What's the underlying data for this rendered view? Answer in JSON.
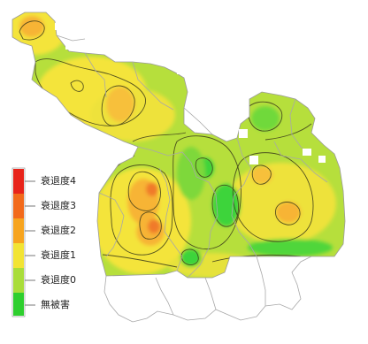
{
  "legend": {
    "items": [
      {
        "label": "衰退度4",
        "color": "#e8231a"
      },
      {
        "label": "衰退度3",
        "color": "#f26a1b"
      },
      {
        "label": "衰退度2",
        "color": "#f7a41e"
      },
      {
        "label": "衰退度1",
        "color": "#f2e434"
      },
      {
        "label": "衰退度0",
        "color": "#a9dd3a"
      },
      {
        "label": "無被害",
        "color": "#2ecf2e"
      }
    ]
  },
  "colors": {
    "level4": "#e8231a",
    "level3": "#f07a2a",
    "level2": "#f7b436",
    "level1": "#f4e43a",
    "level0": "#b6df3c",
    "none": "#3ed43a",
    "boundary": "#aaaaaa",
    "contour": "#3a3a1a"
  }
}
